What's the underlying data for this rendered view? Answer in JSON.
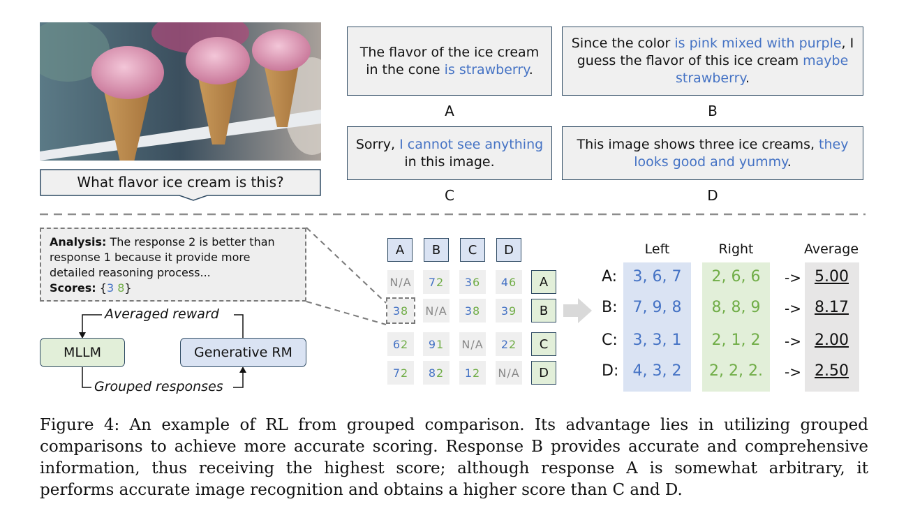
{
  "question": "What flavor ice cream is this?",
  "responses": [
    {
      "label": "A",
      "parts": [
        {
          "t": "The flavor of the ice cream in the cone ",
          "c": ""
        },
        {
          "t": "is strawberry",
          "c": "blue"
        },
        {
          "t": ".",
          "c": ""
        }
      ]
    },
    {
      "label": "B",
      "parts": [
        {
          "t": "Since the color ",
          "c": ""
        },
        {
          "t": "is pink mixed with purple",
          "c": "blue"
        },
        {
          "t": ", I guess the flavor of this ice cream ",
          "c": ""
        },
        {
          "t": "maybe strawberry",
          "c": "blue"
        },
        {
          "t": ".",
          "c": ""
        }
      ]
    },
    {
      "label": "C",
      "parts": [
        {
          "t": "Sorry, ",
          "c": ""
        },
        {
          "t": "I cannot see anything",
          "c": "blue"
        },
        {
          "t": " in this image.",
          "c": ""
        }
      ]
    },
    {
      "label": "D",
      "parts": [
        {
          "t": "This image shows three ice creams, ",
          "c": ""
        },
        {
          "t": "they looks good and yummy",
          "c": "blue"
        },
        {
          "t": ".",
          "c": ""
        }
      ]
    }
  ],
  "analysis": {
    "analysis_label": "Analysis:",
    "analysis_text": "The response 2 is better than response 1 because it provide more detailed reasoning process...",
    "scores_label": "Scores:",
    "score_open": "{",
    "score_1": "3",
    "score_2": "8",
    "score_close": "}"
  },
  "loop": {
    "mllm": "MLLM",
    "rm": "Generative RM",
    "top_label": "Averaged reward",
    "bottom_label": "Grouped responses"
  },
  "matrix": {
    "col_heads": [
      "A",
      "B",
      "C",
      "D"
    ],
    "row_heads": [
      "A",
      "B",
      "C",
      "D"
    ],
    "cells": [
      [
        [
          "N/A"
        ],
        [
          "7",
          "2"
        ],
        [
          "3",
          "6"
        ],
        [
          "4",
          "6"
        ]
      ],
      [
        [
          "3",
          "8"
        ],
        [
          "N/A"
        ],
        [
          "3",
          "8"
        ],
        [
          "3",
          "9"
        ]
      ],
      [
        [
          "6",
          "2"
        ],
        [
          "9",
          "1"
        ],
        [
          "N/A"
        ],
        [
          "2",
          "2"
        ]
      ],
      [
        [
          "7",
          "2"
        ],
        [
          "8",
          "2"
        ],
        [
          "1",
          "2"
        ],
        [
          "N/A"
        ]
      ]
    ]
  },
  "scores": {
    "headers": {
      "left": "Left",
      "right": "Right",
      "average": "Average"
    },
    "rows": [
      {
        "label": "A:",
        "left": "3, 6, 7",
        "right": "2, 6, 6",
        "arrow": "->",
        "average": "5.00"
      },
      {
        "label": "B:",
        "left": "7, 9, 8",
        "right": "8, 8, 9",
        "arrow": "->",
        "average": "8.17"
      },
      {
        "label": "C:",
        "left": "3, 3, 1",
        "right": "2, 1, 2",
        "arrow": "->",
        "average": "2.00"
      },
      {
        "label": "D:",
        "left": "4, 3, 2",
        "right": "2, 2, 2.",
        "arrow": "->",
        "average": "2.50"
      }
    ]
  },
  "colors": {
    "blue_text": "#4472c4",
    "green_text": "#70ad47",
    "blue_fill": "#dae3f3",
    "green_fill": "#e2efd9",
    "gray_fill": "#e7e6e6",
    "border": "#2e4a63"
  },
  "caption": "Figure 4: An example of RL from grouped comparison. Its advantage lies in utilizing grouped comparisons to achieve more accurate scoring. Response B provides accurate and comprehensive information, thus receiving the highest score; although response A is somewhat arbitrary, it performs accurate image recognition and obtains a higher score than C and D."
}
